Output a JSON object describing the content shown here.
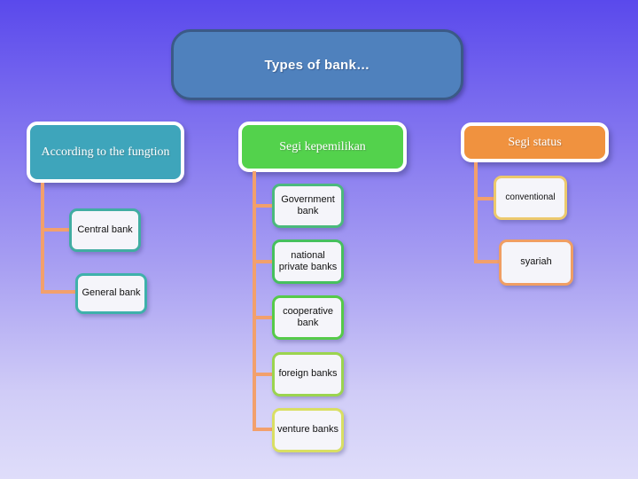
{
  "slide": {
    "title": "Types of bank…"
  },
  "colors": {
    "background_top": "#5a49ec",
    "background_bottom": "#dfddfa",
    "title_fill": "#4f81bd",
    "title_border": "#3b5a87",
    "connector": "#f2a06c"
  },
  "tree": {
    "columns": [
      {
        "header": {
          "label": "According to the fungtion",
          "fill": "#3ea5bb"
        },
        "children": [
          {
            "label": "Central bank",
            "border": "#41ada2"
          },
          {
            "label": "General bank",
            "border": "#3fb1ab"
          }
        ]
      },
      {
        "header": {
          "label": "Segi kepemilikan",
          "fill": "#53d24c"
        },
        "children": [
          {
            "label": "Government bank",
            "border": "#4bb97d"
          },
          {
            "label": "national private banks",
            "border": "#46c05e"
          },
          {
            "label": "cooperative bank",
            "border": "#55ca49"
          },
          {
            "label": "foreign banks",
            "border": "#9bd44f"
          },
          {
            "label": "venture banks",
            "border": "#d9df63"
          }
        ]
      },
      {
        "header": {
          "label": "Segi status",
          "fill": "#f0923f"
        },
        "children": [
          {
            "label": "conventional",
            "border": "#ecc96d"
          },
          {
            "label": "syariah",
            "border": "#f09e63"
          }
        ]
      }
    ]
  }
}
